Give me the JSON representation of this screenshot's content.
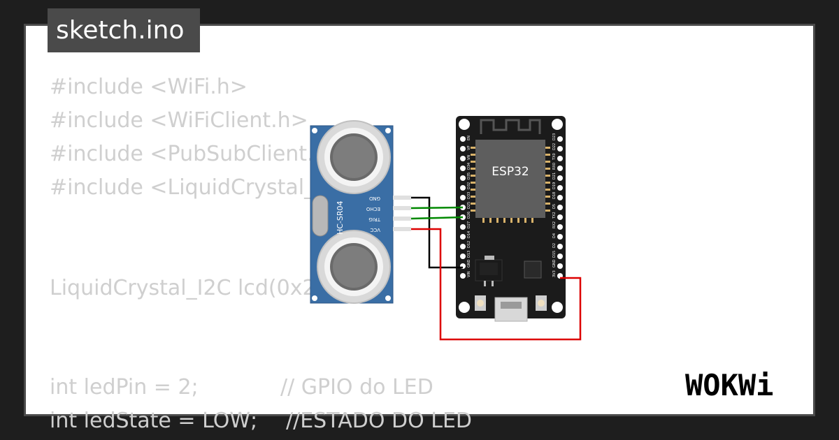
{
  "header": {
    "filename": "sketch.ino"
  },
  "code": {
    "lines": [
      "#include <WiFi.h>",
      "#include <WiFiClient.h>",
      "#include <PubSubClient.h>",
      "#include <LiquidCrystal_I2C.h>",
      "LiquidCrystal_I2C lcd(0x27",
      "int ledPin = 2;",
      "int ledState = LOW;"
    ],
    "comments": [
      "// GPIO do LED",
      "//ESTADO DO LED"
    ]
  },
  "components": {
    "sensor": {
      "label": "HC-SR04",
      "pins": [
        "GND",
        "ECHO",
        "TRIG",
        "VCC"
      ]
    },
    "board": {
      "label": "ESP32",
      "left_pins": [
        "EN",
        "VP",
        "VN",
        "D34",
        "D35",
        "D32",
        "D33",
        "D25",
        "D26",
        "D27",
        "D14",
        "D12",
        "D13",
        "GND",
        "VIN"
      ],
      "right_pins": [
        "D23",
        "D22",
        "TX0",
        "RX0",
        "D21",
        "D19",
        "D18",
        "D5",
        "TX2",
        "RX2",
        "D4",
        "D2",
        "D15",
        "GND",
        "3V3"
      ]
    }
  },
  "wires": {
    "gnd": "#000000",
    "echo": "#008800",
    "trig": "#008800",
    "vcc": "#dd0000"
  },
  "brand": {
    "logo": "WOKWi"
  },
  "colors": {
    "sensor_board": "#3a6ea5",
    "esp32_board": "#1b1b1b",
    "chip": "#5e5e5e",
    "background": "#1e1e1e"
  }
}
